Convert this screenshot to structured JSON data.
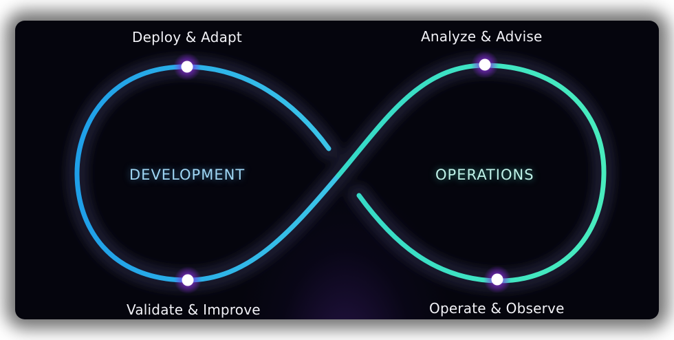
{
  "stages": {
    "top_left": "Deploy & Adapt",
    "top_right": "Analyze & Advise",
    "bottom_left": "Validate & Improve",
    "bottom_right": "Operate & Observe"
  },
  "loops": {
    "left": "DEVELOPMENT",
    "right": "OPERATIONS"
  },
  "colors": {
    "background": "#05050d",
    "development_loop": "#2fb4f0",
    "operations_loop": "#3ee6c4",
    "node": "#9b3df2"
  }
}
